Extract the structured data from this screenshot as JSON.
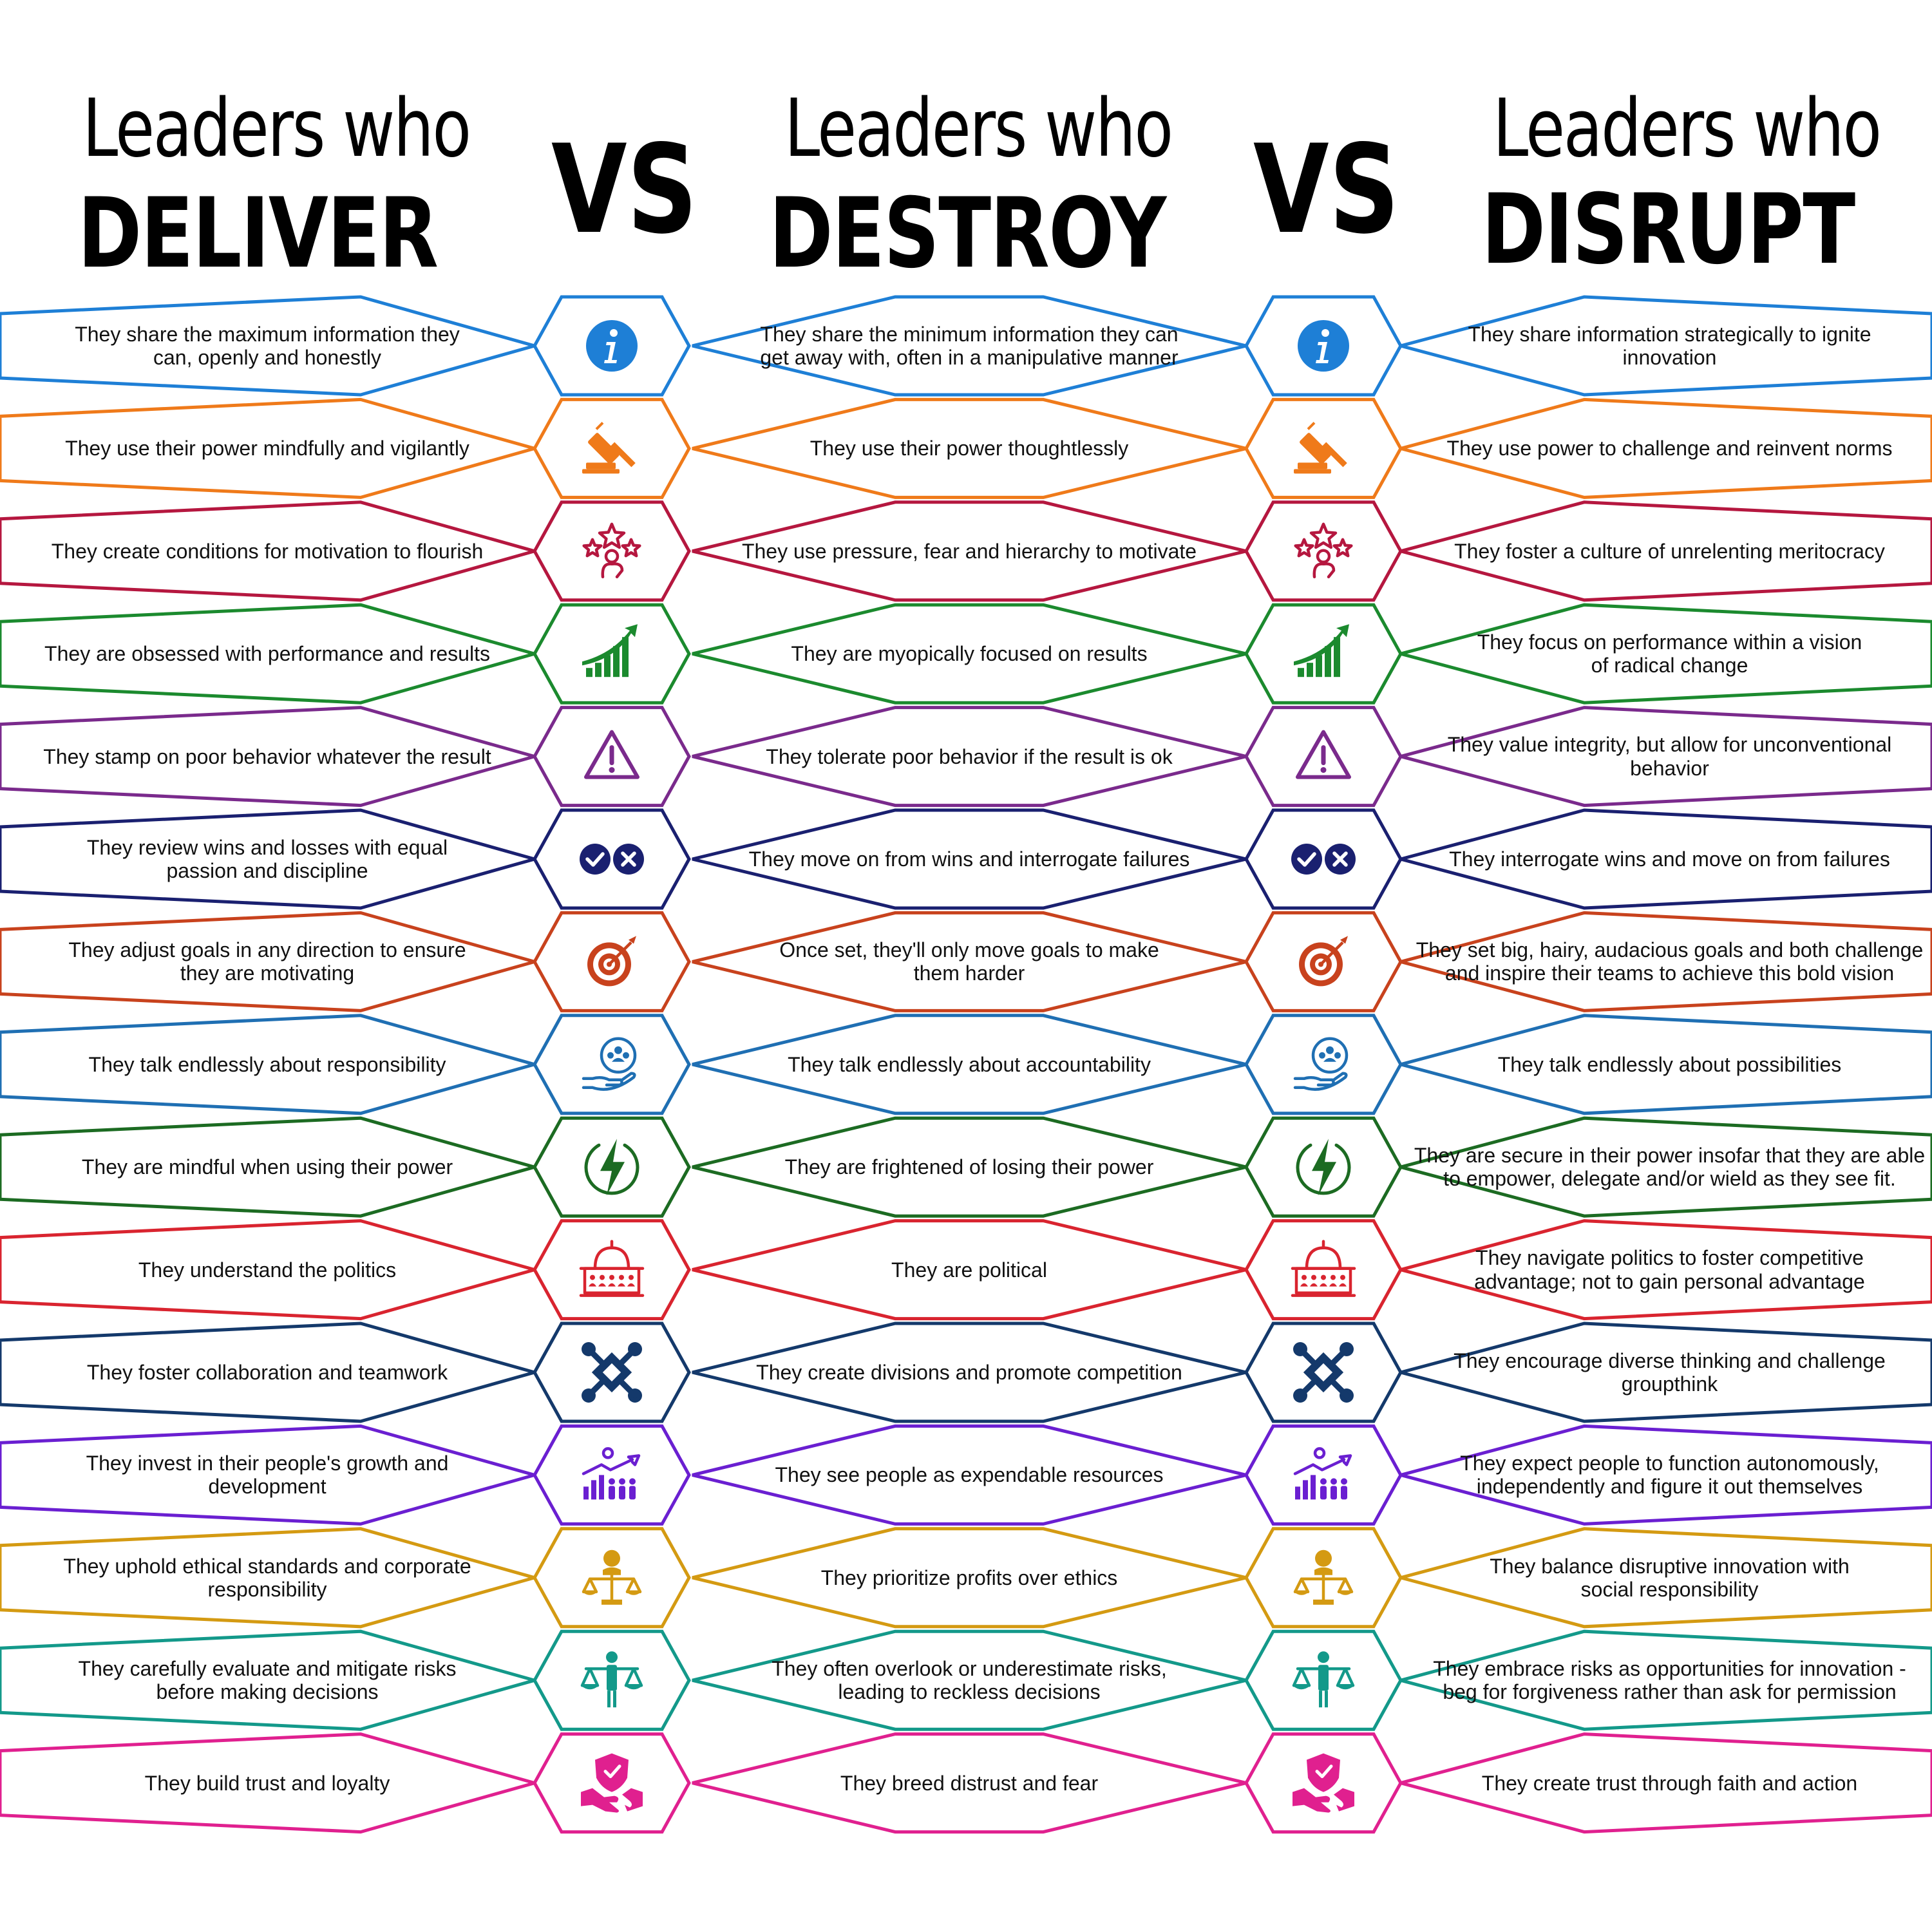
{
  "headers": [
    {
      "light": "Leaders who",
      "bold": "DELIVER"
    },
    {
      "light": "Leaders who",
      "bold": "DESTROY"
    },
    {
      "light": "Leaders who",
      "bold": "DISRUPT"
    }
  ],
  "vs_label": "VS",
  "rows": [
    {
      "color": "#1e7fd6",
      "icon": "info-icon",
      "deliver": "They share the maximum information they\ncan, openly and honestly",
      "destroy": "They share the minimum information they can\nget away with, often in a manipulative manner",
      "disrupt": "They share information strategically to ignite\ninnovation"
    },
    {
      "color": "#ef7a1a",
      "icon": "gavel-icon",
      "deliver": "They use their power mindfully and vigilantly",
      "destroy": "They use their power thoughtlessly",
      "disrupt": "They use power to challenge and reinvent norms"
    },
    {
      "color": "#b5173f",
      "icon": "stars-motivation-icon",
      "deliver": "They create conditions for motivation to flourish",
      "destroy": "They use pressure, fear and hierarchy to motivate",
      "disrupt": "They foster a culture of unrelenting meritocracy"
    },
    {
      "color": "#1b8a2e",
      "icon": "growth-chart-icon",
      "deliver": "They are obsessed with performance and results",
      "destroy": "They are myopically focused on results",
      "disrupt": "They focus on performance within a vision\nof radical change"
    },
    {
      "color": "#7a2a8c",
      "icon": "warning-icon",
      "deliver": "They stamp on poor behavior whatever the result",
      "destroy": "They tolerate poor behavior if the result is ok",
      "disrupt": "They value integrity, but allow for unconventional\nbehavior"
    },
    {
      "color": "#1a2070",
      "icon": "check-cross-icon",
      "deliver": "They review wins and losses with equal\npassion and discipline",
      "destroy": "They move on from wins and interrogate failures",
      "disrupt": "They interrogate wins and move on from failures"
    },
    {
      "color": "#c8421d",
      "icon": "target-icon",
      "deliver": "They adjust goals in any direction to ensure\nthey are motivating",
      "destroy": "Once set, they'll only move goals to make\nthem harder",
      "disrupt": "They set big, hairy, audacious goals and both challenge\nand inspire their teams to achieve this bold vision"
    },
    {
      "color": "#1f6fb3",
      "icon": "team-hand-icon",
      "deliver": "They talk endlessly about responsibility",
      "destroy": "They talk endlessly about accountability",
      "disrupt": "They talk endlessly about possibilities"
    },
    {
      "color": "#1c6b22",
      "icon": "lightning-icon",
      "deliver": "They are mindful when using their power",
      "destroy": "They are frightened of losing their power",
      "disrupt": "They are secure in their power insofar that they are able\nto empower, delegate and/or wield as they see fit."
    },
    {
      "color": "#d9242f",
      "icon": "capitol-icon",
      "deliver": "They understand the politics",
      "destroy": "They are political",
      "disrupt": "They navigate politics to foster competitive\nadvantage; not to gain personal advantage"
    },
    {
      "color": "#14396b",
      "icon": "puzzle-hands-icon",
      "deliver": "They foster collaboration and teamwork",
      "destroy": "They create divisions and promote competition",
      "disrupt": "They encourage diverse thinking and challenge\ngroupthink"
    },
    {
      "color": "#6a1fd1",
      "icon": "people-growth-icon",
      "deliver": "They invest in their people's growth and\ndevelopment",
      "destroy": "They see people as expendable resources",
      "disrupt": "They expect people to function autonomously,\nindependently and figure it out themselves"
    },
    {
      "color": "#d49a12",
      "icon": "ethics-scale-icon",
      "deliver": "They uphold ethical standards and corporate\nresponsibility",
      "destroy": "They prioritize profits over ethics",
      "disrupt": "They balance disruptive innovation with\nsocial responsibility"
    },
    {
      "color": "#13998a",
      "icon": "risk-scale-icon",
      "deliver": "They carefully evaluate and mitigate risks\nbefore making decisions",
      "destroy": "They often overlook or underestimate risks,\nleading to reckless decisions",
      "disrupt": "They embrace risks as opportunities for innovation -\nbeg for forgiveness rather than ask for permission"
    },
    {
      "color": "#e0208f",
      "icon": "trust-handshake-icon",
      "deliver": "They build trust and loyalty",
      "destroy": "They breed distrust and fear",
      "disrupt": "They create trust through faith and action"
    }
  ]
}
